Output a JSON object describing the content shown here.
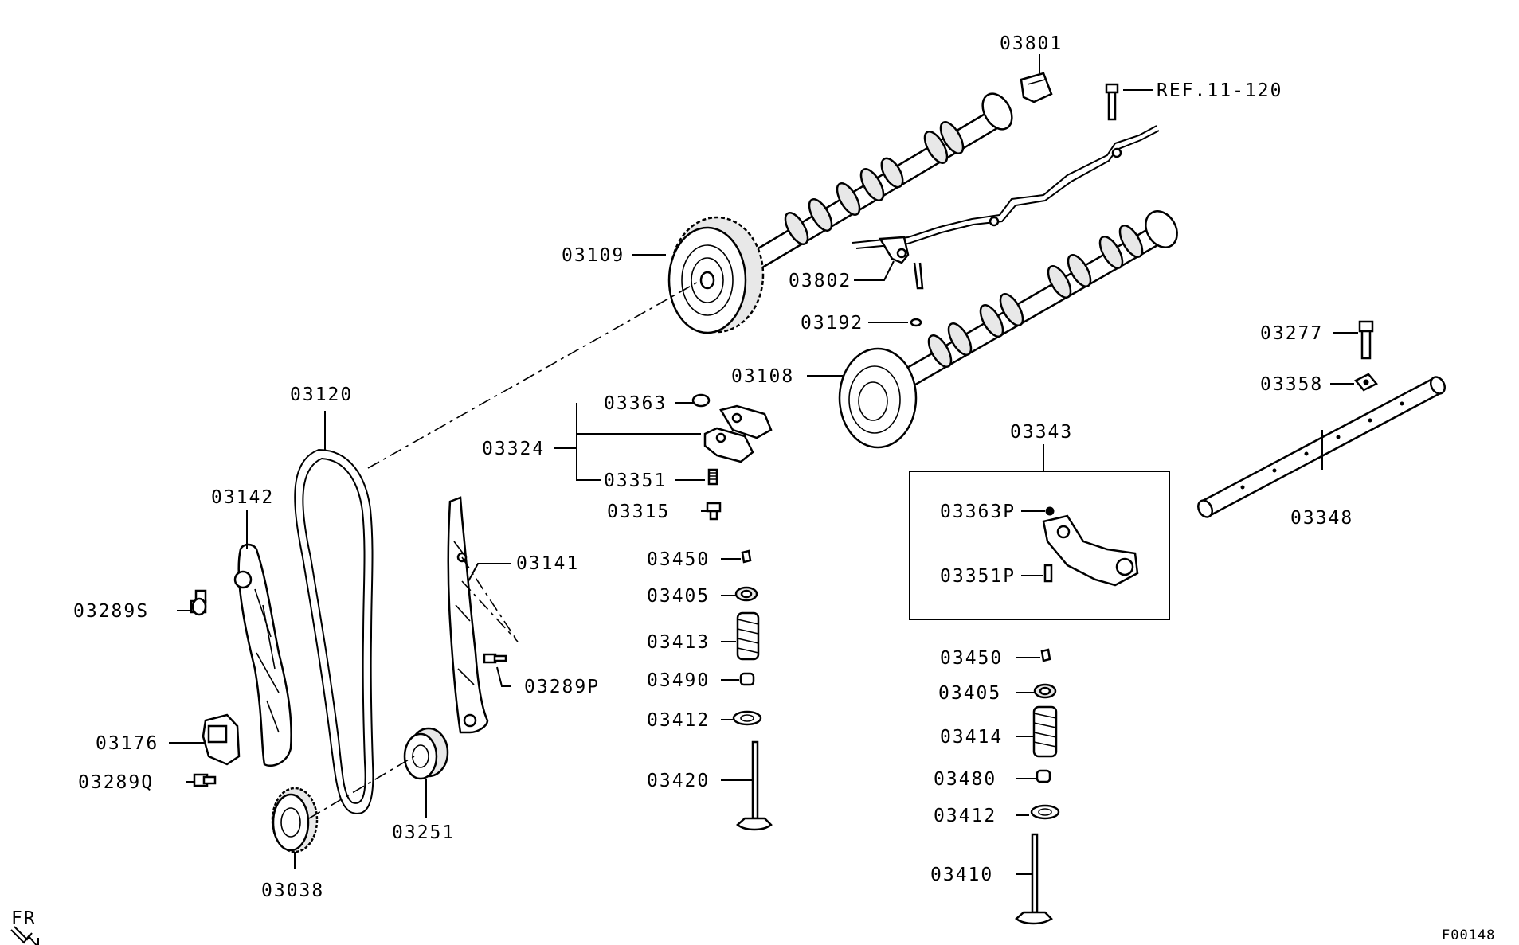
{
  "figure_id": "F00148",
  "direction": "FR",
  "reference": "REF.11-120",
  "callouts": {
    "p03801": "03801",
    "p03109": "03109",
    "p03802": "03802",
    "p03192": "03192",
    "p03108": "03108",
    "p03277": "03277",
    "p03358": "03358",
    "p03120": "03120",
    "p03363": "03363",
    "p03324": "03324",
    "p03351": "03351",
    "p03343": "03343",
    "p03142": "03142",
    "p03315": "03315",
    "p03363P": "03363P",
    "p03348": "03348",
    "p03450a": "03450",
    "p03141": "03141",
    "p03351P": "03351P",
    "p03289S": "03289S",
    "p03405a": "03405",
    "p03413": "03413",
    "p03450b": "03450",
    "p03490": "03490",
    "p03289P": "03289P",
    "p03405b": "03405",
    "p03412a": "03412",
    "p03414": "03414",
    "p03176": "03176",
    "p03420": "03420",
    "p03480": "03480",
    "p03289Q": "03289Q",
    "p03412b": "03412",
    "p03251": "03251",
    "p03410": "03410",
    "p03038": "03038"
  }
}
